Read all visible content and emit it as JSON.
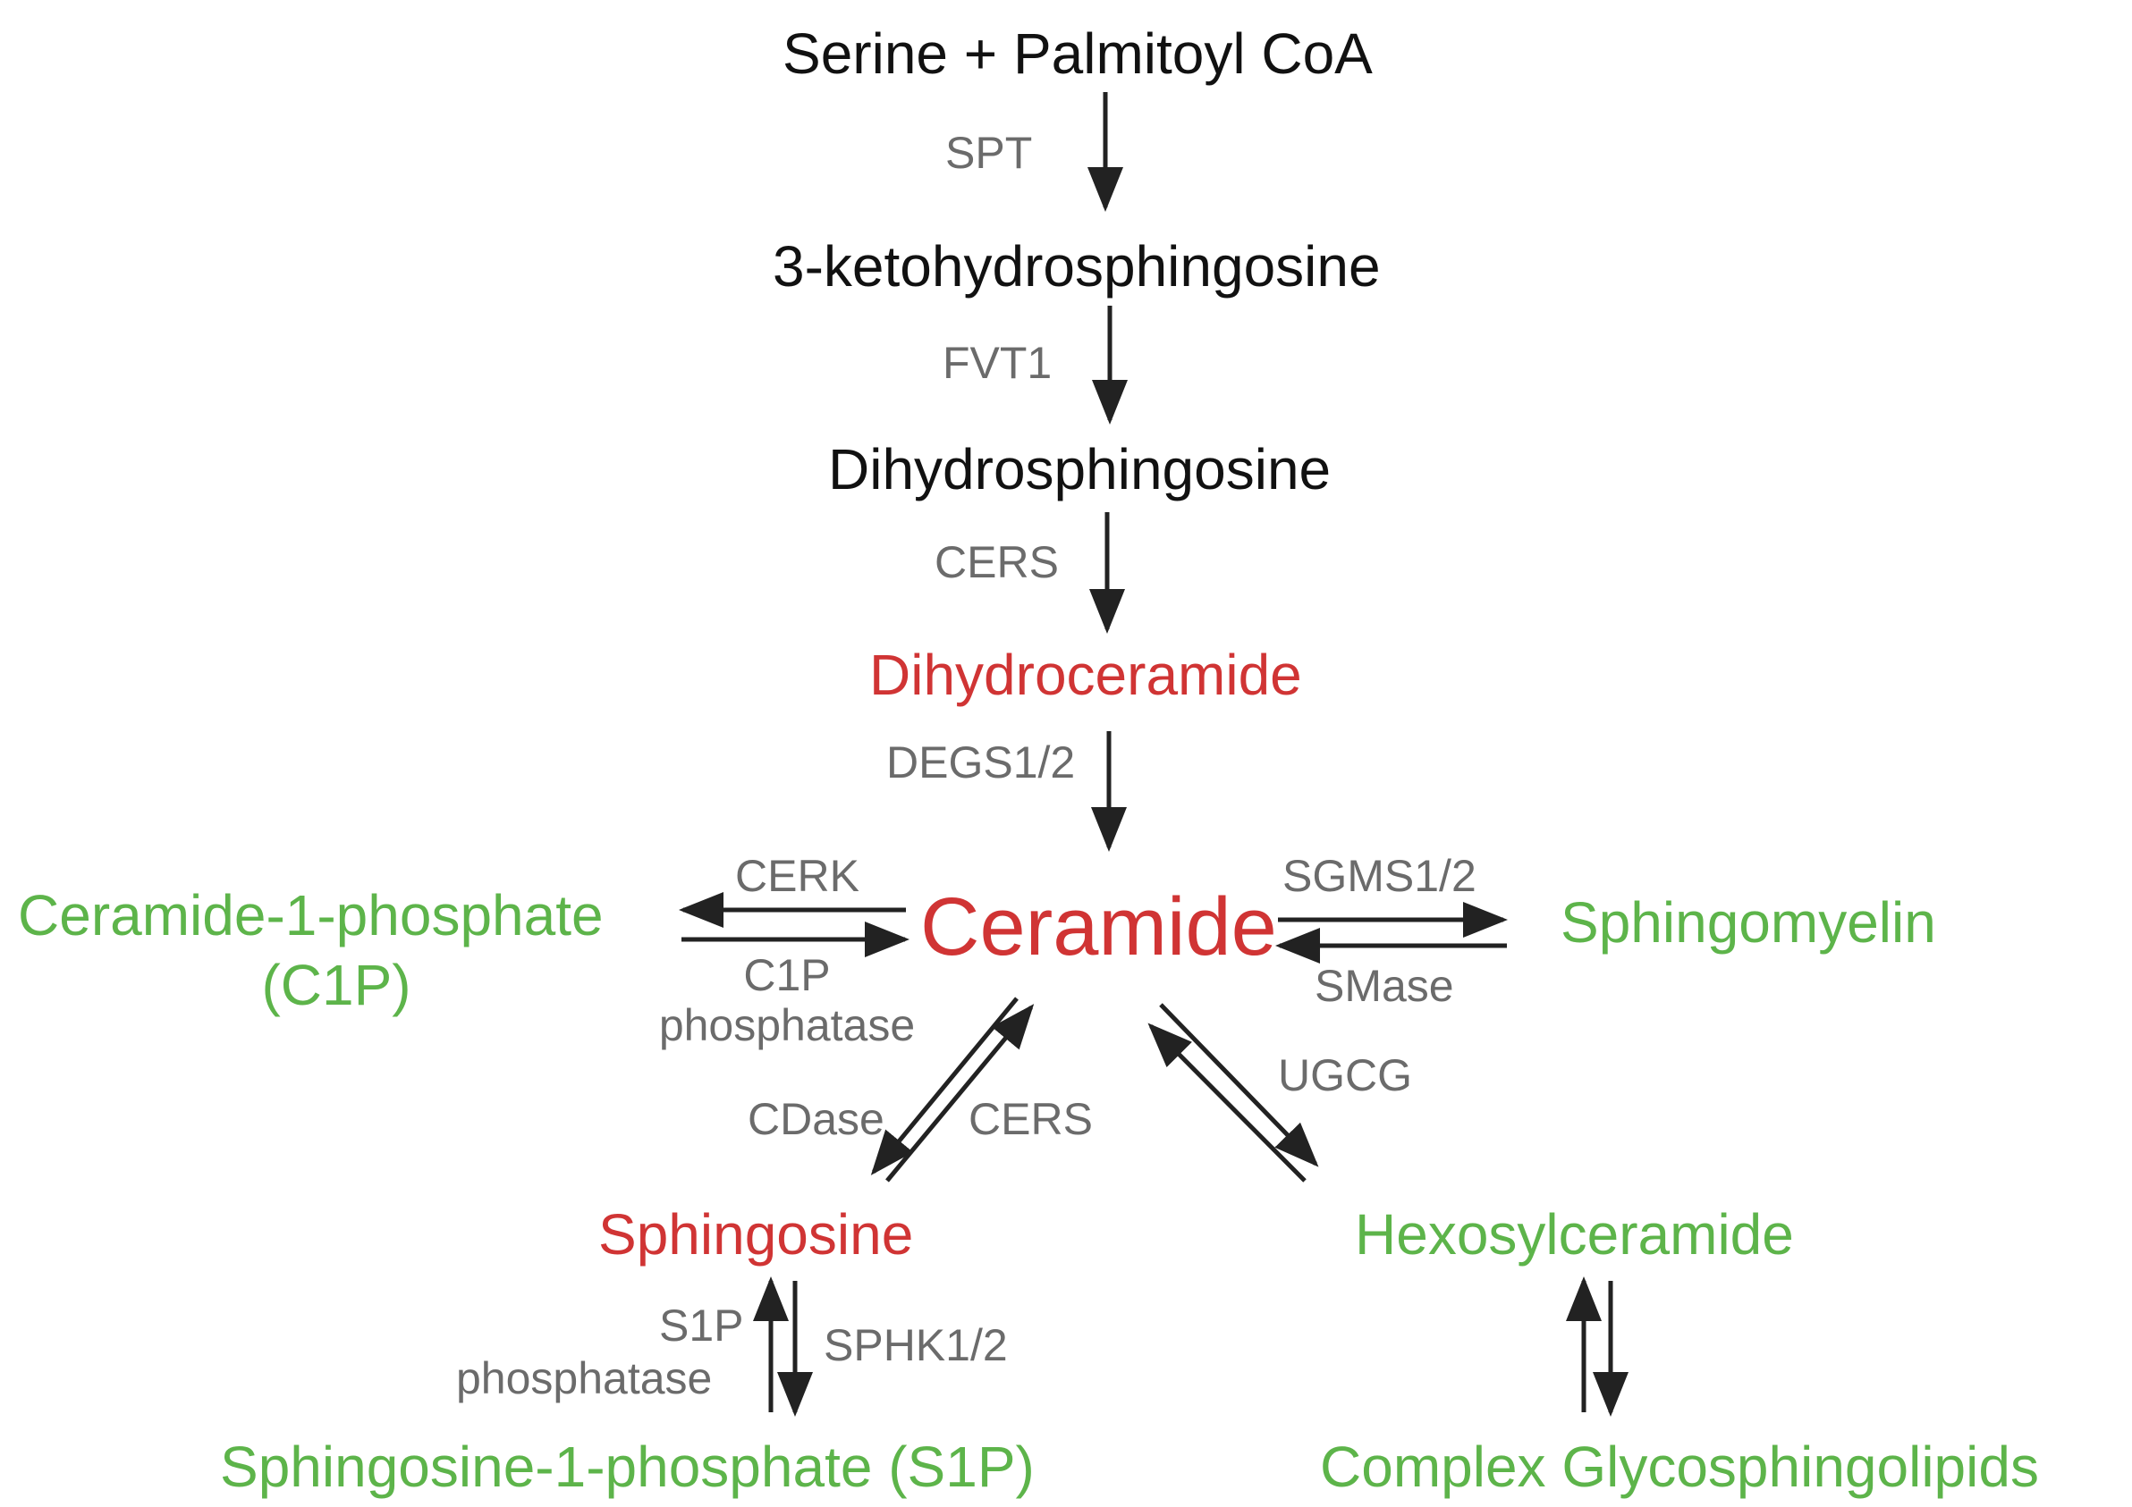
{
  "nodes": {
    "serine_palmitoyl": "Serine + Palmitoyl CoA",
    "ketohydro": "3-ketohydrosphingosine",
    "dihydrosphingosine": "Dihydrosphingosine",
    "dihydroceramide": "Dihydroceramide",
    "ceramide": "Ceramide",
    "c1p_line1": "Ceramide-1-phosphate",
    "c1p_line2": "(C1P)",
    "sphingomyelin": "Sphingomyelin",
    "sphingosine": "Sphingosine",
    "hexosylceramide": "Hexosylceramide",
    "s1p": "Sphingosine-1-phosphate (S1P)",
    "complex_gsl": "Complex Glycosphingolipids"
  },
  "enzymes": {
    "spt": "SPT",
    "fvt1": "FVT1",
    "cers_top": "CERS",
    "degs": "DEGS1/2",
    "cerk": "CERK",
    "c1p_phosphatase_line1": "C1P",
    "c1p_phosphatase_line2": "phosphatase",
    "sgms": "SGMS1/2",
    "smase": "SMase",
    "cdase": "CDase",
    "cers_bottom": "CERS",
    "ugcg": "UGCG",
    "s1p_phosphatase_line1": "S1P",
    "s1p_phosphatase_line2": "phosphatase",
    "sphk": "SPHK1/2"
  },
  "colors": {
    "precursor": "#111111",
    "highlight_red": "#d03434",
    "product_green": "#5db44a",
    "enzyme_gray": "#6b6b6b",
    "arrow": "#222222"
  }
}
